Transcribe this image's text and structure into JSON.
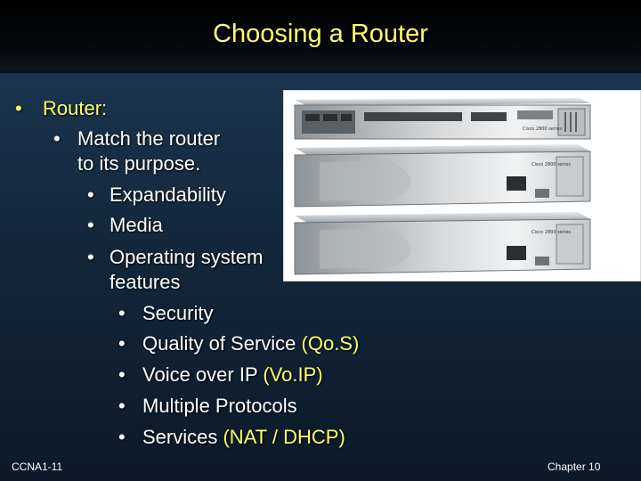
{
  "slide": {
    "title": "Choosing a Router",
    "footer_left": "CCNA1-11",
    "footer_right": "Chapter 10",
    "bullet_char": "•"
  },
  "bullets": {
    "router_label": "Router:",
    "match_line1": "Match the router",
    "match_line2": "to its purpose.",
    "expandability": "Expandability",
    "media": "Media",
    "os_line1": "Operating system",
    "os_line2": "features",
    "security": "Security",
    "qos_text": "Quality of Service ",
    "qos_abbr": "(Qo.S)",
    "voip_text": "Voice over IP ",
    "voip_abbr": "(Vo.IP)",
    "protocols": "Multiple Protocols",
    "services_text": "Services ",
    "services_abbr": "(NAT / DHCP)"
  },
  "image": {
    "icon": "cisco-router-stack",
    "unit1_brand": "Cisco 2800 series",
    "unit2_brand": "Cisco 2800 series",
    "unit3_brand": "Cisco 2800 series"
  },
  "colors": {
    "title": "#ffff66",
    "text": "#ffffff",
    "highlight": "#ffff66",
    "background": "#16304a"
  }
}
